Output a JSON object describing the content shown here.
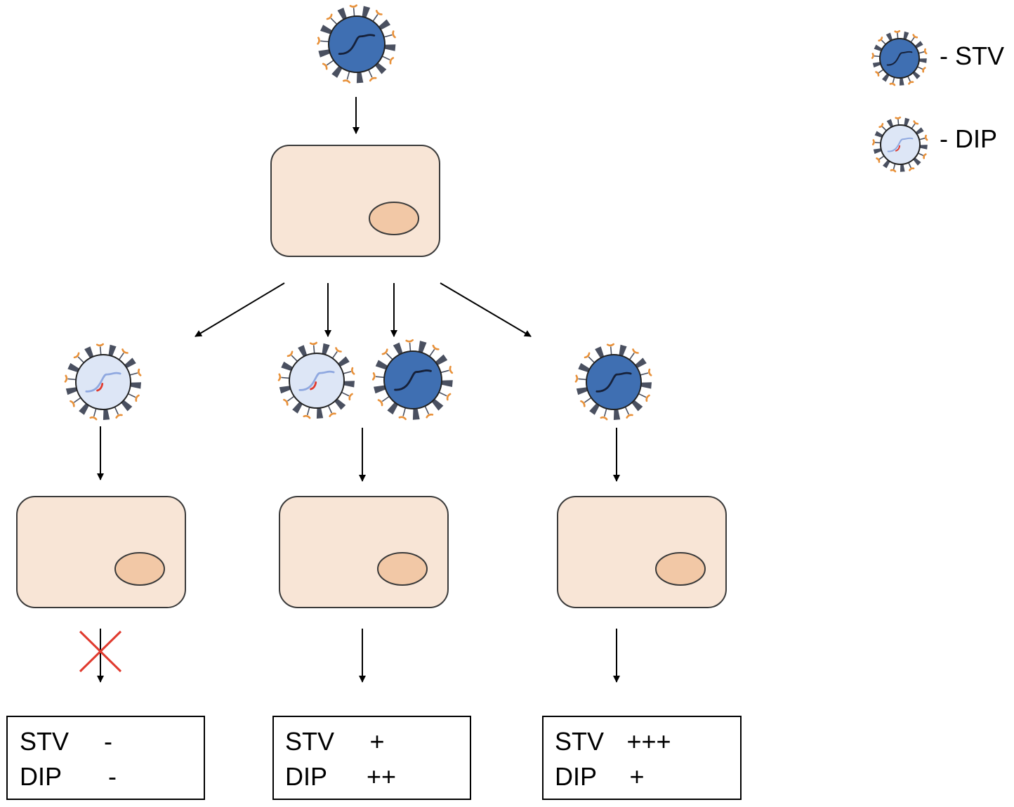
{
  "legend": [
    {
      "virus": "stv",
      "label": "-  STV"
    },
    {
      "virus": "dip",
      "label": "-  DIP"
    }
  ],
  "results": [
    {
      "stv_label": "STV",
      "stv_value": "-",
      "dip_label": "DIP",
      "dip_value": "-"
    },
    {
      "stv_label": "STV",
      "stv_value": "+",
      "dip_label": "DIP",
      "dip_value": "++"
    },
    {
      "stv_label": "STV",
      "stv_value": "+++",
      "dip_label": "DIP",
      "dip_value": "+"
    }
  ],
  "colors": {
    "stv_fill": "#3f6fb2",
    "dip_fill": "#dde6f6",
    "spike": "#4a5060",
    "tip": "#e8913a",
    "cell_fill": "#f8e5d6",
    "nucleus_fill": "#f2c8a6",
    "block_mark": "#e03a2e"
  }
}
